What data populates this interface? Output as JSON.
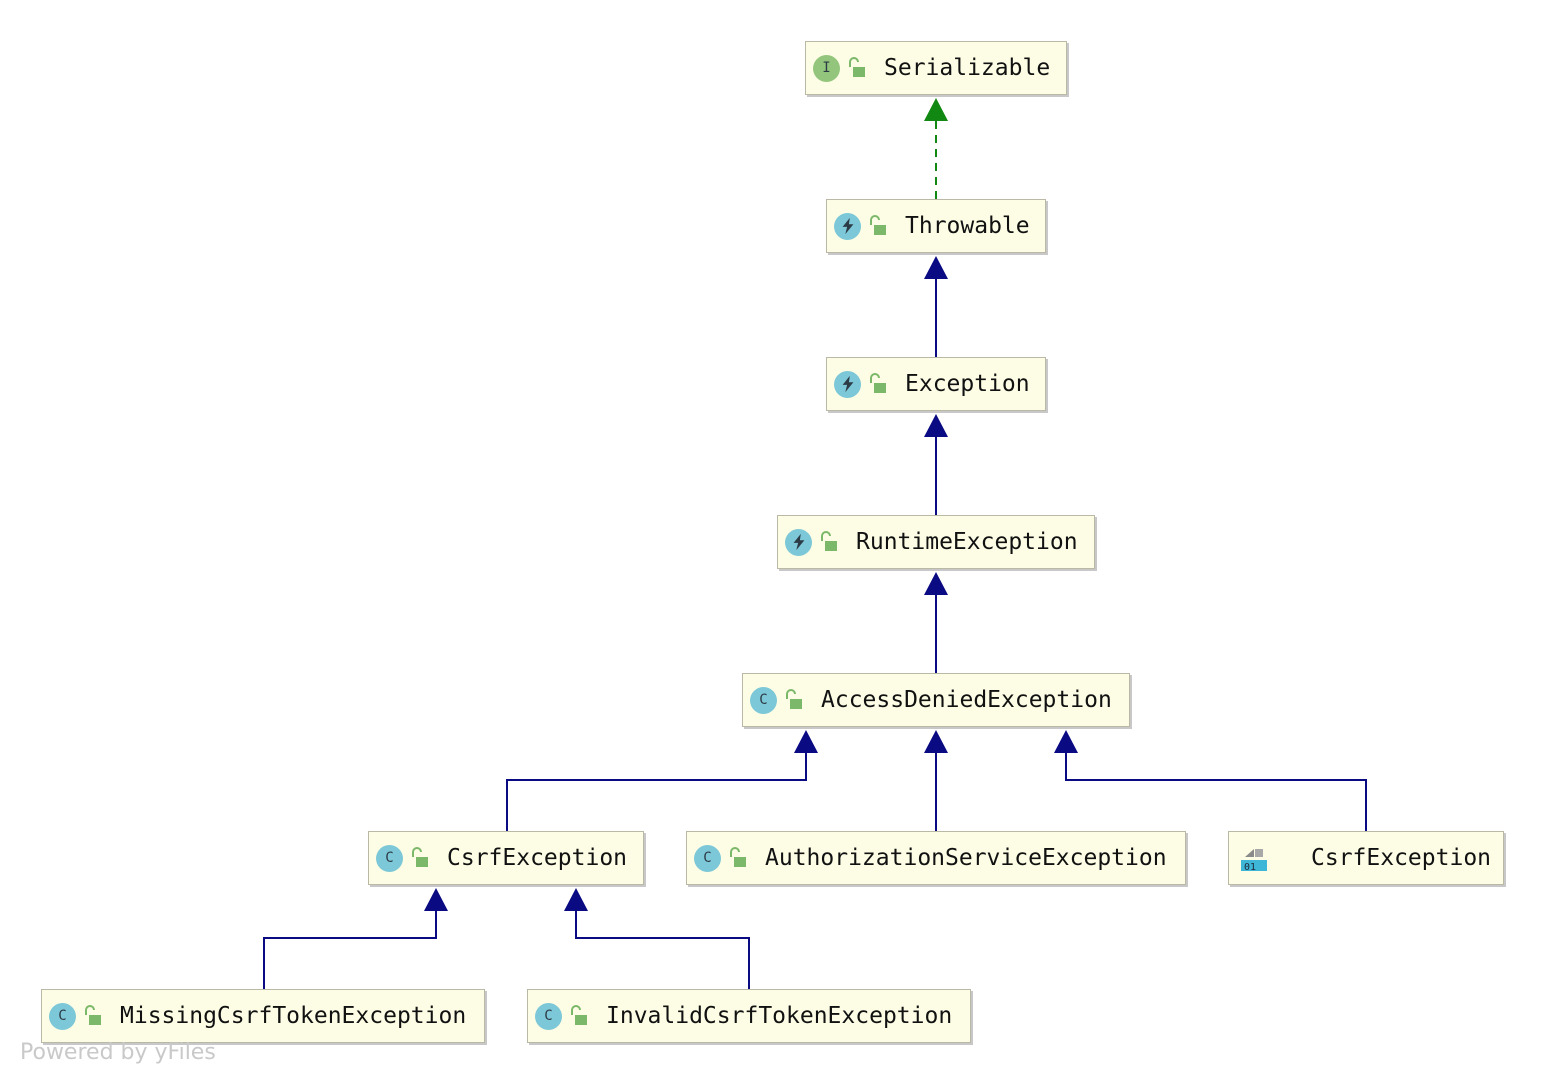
{
  "nodes": [
    {
      "id": "serializable",
      "label": "Serializable",
      "kind": "interface",
      "badge": "I",
      "icon": "interface-icon"
    },
    {
      "id": "throwable",
      "label": "Throwable",
      "kind": "throwable",
      "icon": "lightning-icon"
    },
    {
      "id": "exception",
      "label": "Exception",
      "kind": "throwable",
      "icon": "lightning-icon"
    },
    {
      "id": "runtime",
      "label": "RuntimeException",
      "kind": "throwable",
      "icon": "lightning-icon"
    },
    {
      "id": "accessdenied",
      "label": "AccessDeniedException",
      "kind": "class",
      "badge": "C",
      "icon": "class-icon"
    },
    {
      "id": "csrf1",
      "label": "CsrfException",
      "kind": "class",
      "badge": "C",
      "icon": "class-icon"
    },
    {
      "id": "authservice",
      "label": "AuthorizationServiceException",
      "kind": "class",
      "badge": "C",
      "icon": "class-icon"
    },
    {
      "id": "csrf2",
      "label": "CsrfException",
      "kind": "compiled",
      "icon": "compiled-class-icon"
    },
    {
      "id": "missing",
      "label": "MissingCsrfTokenException",
      "kind": "class",
      "badge": "C",
      "icon": "class-icon"
    },
    {
      "id": "invalid",
      "label": "InvalidCsrfTokenException",
      "kind": "class",
      "badge": "C",
      "icon": "class-icon"
    }
  ],
  "edges": [
    {
      "from": "throwable",
      "to": "serializable",
      "type": "implements"
    },
    {
      "from": "exception",
      "to": "throwable",
      "type": "extends"
    },
    {
      "from": "runtime",
      "to": "exception",
      "type": "extends"
    },
    {
      "from": "accessdenied",
      "to": "runtime",
      "type": "extends"
    },
    {
      "from": "csrf1",
      "to": "accessdenied",
      "type": "extends"
    },
    {
      "from": "authservice",
      "to": "accessdenied",
      "type": "extends"
    },
    {
      "from": "csrf2",
      "to": "accessdenied",
      "type": "extends"
    },
    {
      "from": "missing",
      "to": "csrf1",
      "type": "extends"
    },
    {
      "from": "invalid",
      "to": "csrf1",
      "type": "extends"
    }
  ],
  "colors": {
    "extends": "#0a0a82",
    "implements": "#118811",
    "node_fill": "#fdfde5",
    "lock": "#7cb86a"
  },
  "watermark": "Powered by yFiles"
}
